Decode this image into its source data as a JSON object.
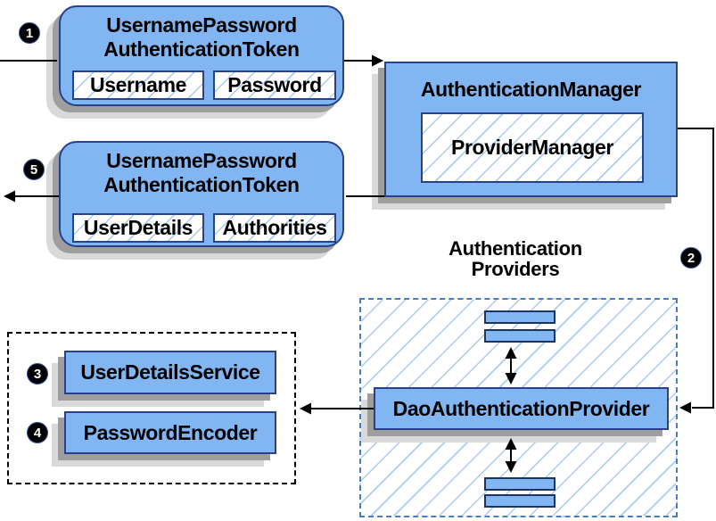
{
  "request_token": {
    "step": "1",
    "title_line1": "UsernamePassword",
    "title_line2": "AuthenticationToken",
    "fields": [
      "Username",
      "Password"
    ]
  },
  "auth_manager": {
    "title": "AuthenticationManager",
    "inner_label": "ProviderManager",
    "step_to_providers": "2"
  },
  "result_token": {
    "step": "5",
    "title_line1": "UsernamePassword",
    "title_line2": "AuthenticationToken",
    "fields": [
      "UserDetails",
      "Authorities"
    ]
  },
  "providers_group": {
    "caption_line1": "Authentication",
    "caption_line2": "Providers",
    "main_provider": "DaoAuthenticationProvider"
  },
  "services_group": {
    "items": [
      {
        "step": "3",
        "label": "UserDetailsService"
      },
      {
        "step": "4",
        "label": "PasswordEncoder"
      }
    ]
  },
  "colors": {
    "background": "#ffffff",
    "box_fill": "#82b6f2",
    "box_border": "#27418c",
    "hatch_line": "#a9ccf2",
    "dashed_blue_border": "#4a7dc0",
    "dashed_black_border": "#000000",
    "shadow_dark": "#9e9e9e",
    "shadow_light": "#d9d9d9",
    "connector": "#000000"
  }
}
